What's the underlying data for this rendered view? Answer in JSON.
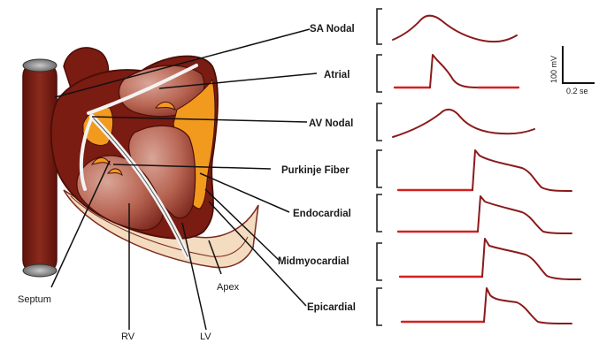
{
  "labels": {
    "sa_nodal": "SA Nodal",
    "atrial": "Atrial",
    "av_nodal": "AV Nodal",
    "purkinje": "Purkinje Fiber",
    "endocardial": "Endocardial",
    "midmyocardial": "Midmyocardial",
    "epicardial": "Epicardial",
    "septum": "Septum",
    "apex": "Apex",
    "rv": "RV",
    "lv": "LV"
  },
  "scale_bar": {
    "voltage": "100 mV",
    "time": "0.2 se"
  },
  "colors": {
    "heart_dark": "#7a1c12",
    "heart_chamber": "#b2574a",
    "conduction_orange": "#f29a1e",
    "pericardium": "#f3dcc0",
    "trace": "#8a1b1b",
    "baseline": "#d42020"
  }
}
